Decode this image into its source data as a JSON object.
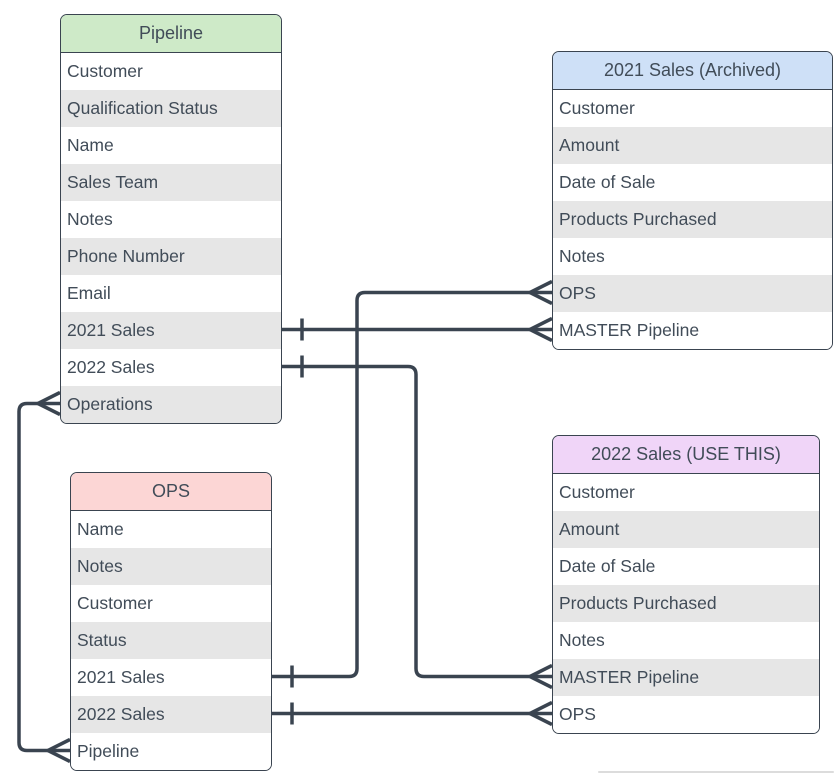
{
  "colors": {
    "line": "#3a4450",
    "text": "#414c58",
    "row_stripe": "#e6e6e6",
    "background": "#ffffff",
    "pipeline_header": "#ceeac8",
    "sales2021_header": "#cee0f7",
    "ops_header": "#fcd6d5",
    "sales2022_header": "#f0d5f8"
  },
  "entities": [
    {
      "id": "pipeline",
      "title": "Pipeline",
      "header_color": "#ceeac8",
      "fields": [
        "Customer",
        "Qualification Status",
        "Name",
        "Sales Team",
        "Notes",
        "Phone Number",
        "Email",
        "2021 Sales",
        "2022 Sales",
        "Operations"
      ]
    },
    {
      "id": "sales2021",
      "title": "2021 Sales (Archived)",
      "header_color": "#cee0f7",
      "fields": [
        "Customer",
        "Amount",
        "Date of Sale",
        "Products Purchased",
        "Notes",
        "OPS",
        "MASTER Pipeline"
      ]
    },
    {
      "id": "ops",
      "title": "OPS",
      "header_color": "#fcd6d5",
      "fields": [
        "Name",
        "Notes",
        "Customer",
        "Status",
        "2021 Sales",
        "2022 Sales",
        "Pipeline"
      ]
    },
    {
      "id": "sales2022",
      "title": "2022 Sales (USE THIS)",
      "header_color": "#f0d5f8",
      "fields": [
        "Customer",
        "Amount",
        "Date of Sale",
        "Products Purchased",
        "Notes",
        "MASTER Pipeline",
        "OPS"
      ]
    }
  ],
  "relationships": [
    {
      "from": "Pipeline.2021 Sales",
      "from_cardinality": "one",
      "to": "2021 Sales (Archived).MASTER Pipeline",
      "to_cardinality": "many"
    },
    {
      "from": "Pipeline.2022 Sales",
      "from_cardinality": "one",
      "to": "2022 Sales (USE THIS).MASTER Pipeline",
      "to_cardinality": "many"
    },
    {
      "from": "OPS.2021 Sales",
      "from_cardinality": "one",
      "to": "2021 Sales (Archived).OPS",
      "to_cardinality": "many"
    },
    {
      "from": "OPS.2022 Sales",
      "from_cardinality": "one",
      "to": "2022 Sales (USE THIS).OPS",
      "to_cardinality": "many"
    },
    {
      "from": "Pipeline.Operations",
      "from_cardinality": "many",
      "to": "OPS.Pipeline",
      "to_cardinality": "many"
    }
  ]
}
